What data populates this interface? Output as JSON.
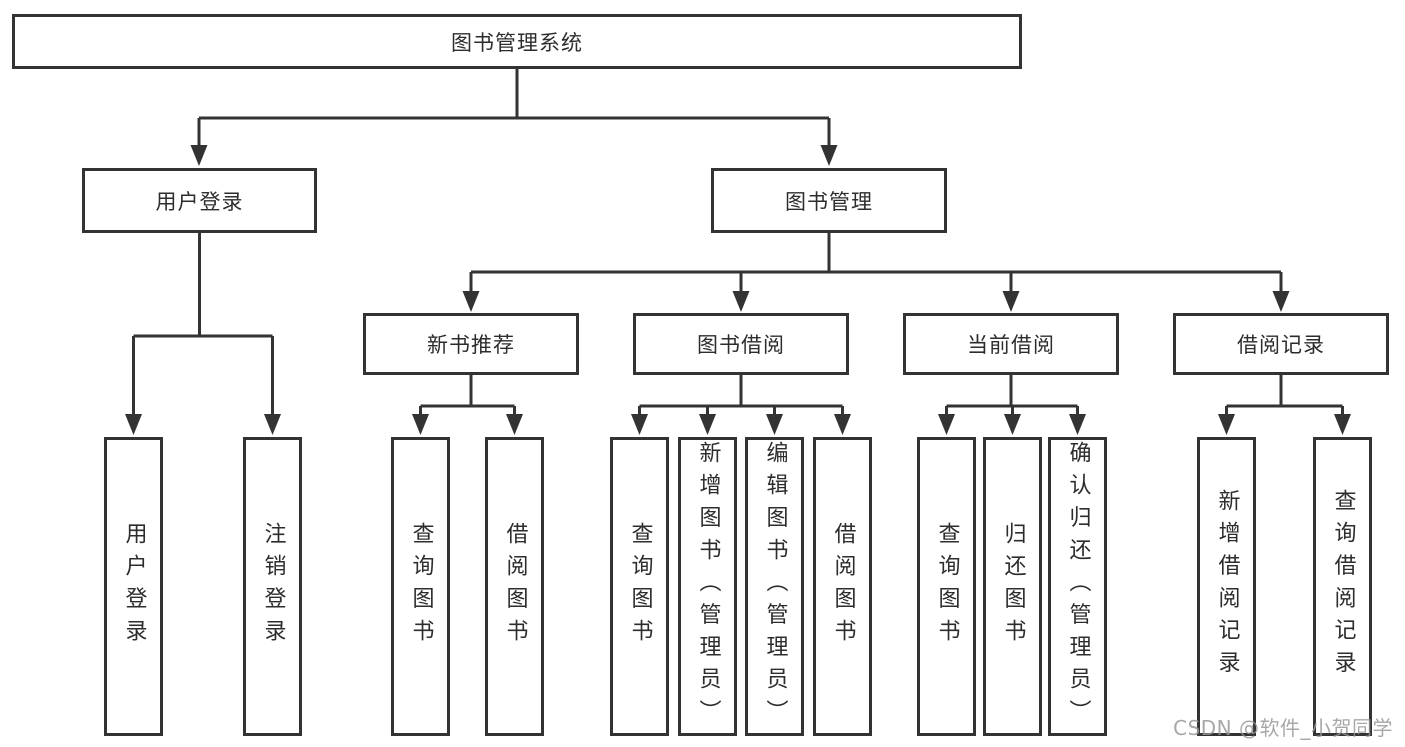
{
  "nodes": {
    "root": "图书管理系统",
    "user_login": "用户登录",
    "book_mgmt": "图书管理",
    "new_book_rec": "新书推荐",
    "book_borrow": "图书借阅",
    "current_borrow": "当前借阅",
    "borrow_record": "借阅记录",
    "leaf_user_login": "用户登录",
    "leaf_logout": "注销登录",
    "leaf_query_book_rec": "查询图书",
    "leaf_borrow_book_rec": "借阅图书",
    "leaf_query_book_borrow": "查询图书",
    "leaf_add_book_admin": "新增图书（管理员）",
    "leaf_edit_book_admin": "编辑图书（管理员）",
    "leaf_borrow_book_borrow": "借阅图书",
    "leaf_query_book_current": "查询图书",
    "leaf_return_book": "归还图书",
    "leaf_confirm_return_admin": "确认归还（管理员）",
    "leaf_add_borrow_record": "新增借阅记录",
    "leaf_query_borrow_record": "查询借阅记录"
  },
  "watermark": "CSDN @软件_小贺同学",
  "colors": {
    "line": "#333333",
    "box_border": "#333333",
    "text": "#2d2d2d",
    "watermark": "#999999",
    "background": "#ffffff"
  }
}
